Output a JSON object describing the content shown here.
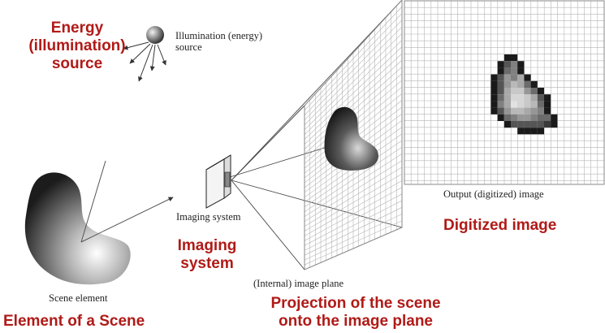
{
  "labels": {
    "energy_source": [
      "Energy",
      "(illumination)",
      "source"
    ],
    "illumination_source": [
      "Illumination (energy)",
      "source"
    ],
    "scene_element": "Scene element",
    "element_of_scene": "Element of a Scene",
    "imaging_system_small": "Imaging system",
    "imaging_system_red": [
      "Imaging",
      "system"
    ],
    "internal_image_plane": "(Internal) image plane",
    "projection": [
      "Projection of the scene",
      "onto the image plane"
    ],
    "output_image": "Output (digitized) image",
    "digitized_image": "Digitized image"
  },
  "colors": {
    "label_red": "#b01a17",
    "line": "#555555",
    "grid": "#b5b5b5"
  }
}
